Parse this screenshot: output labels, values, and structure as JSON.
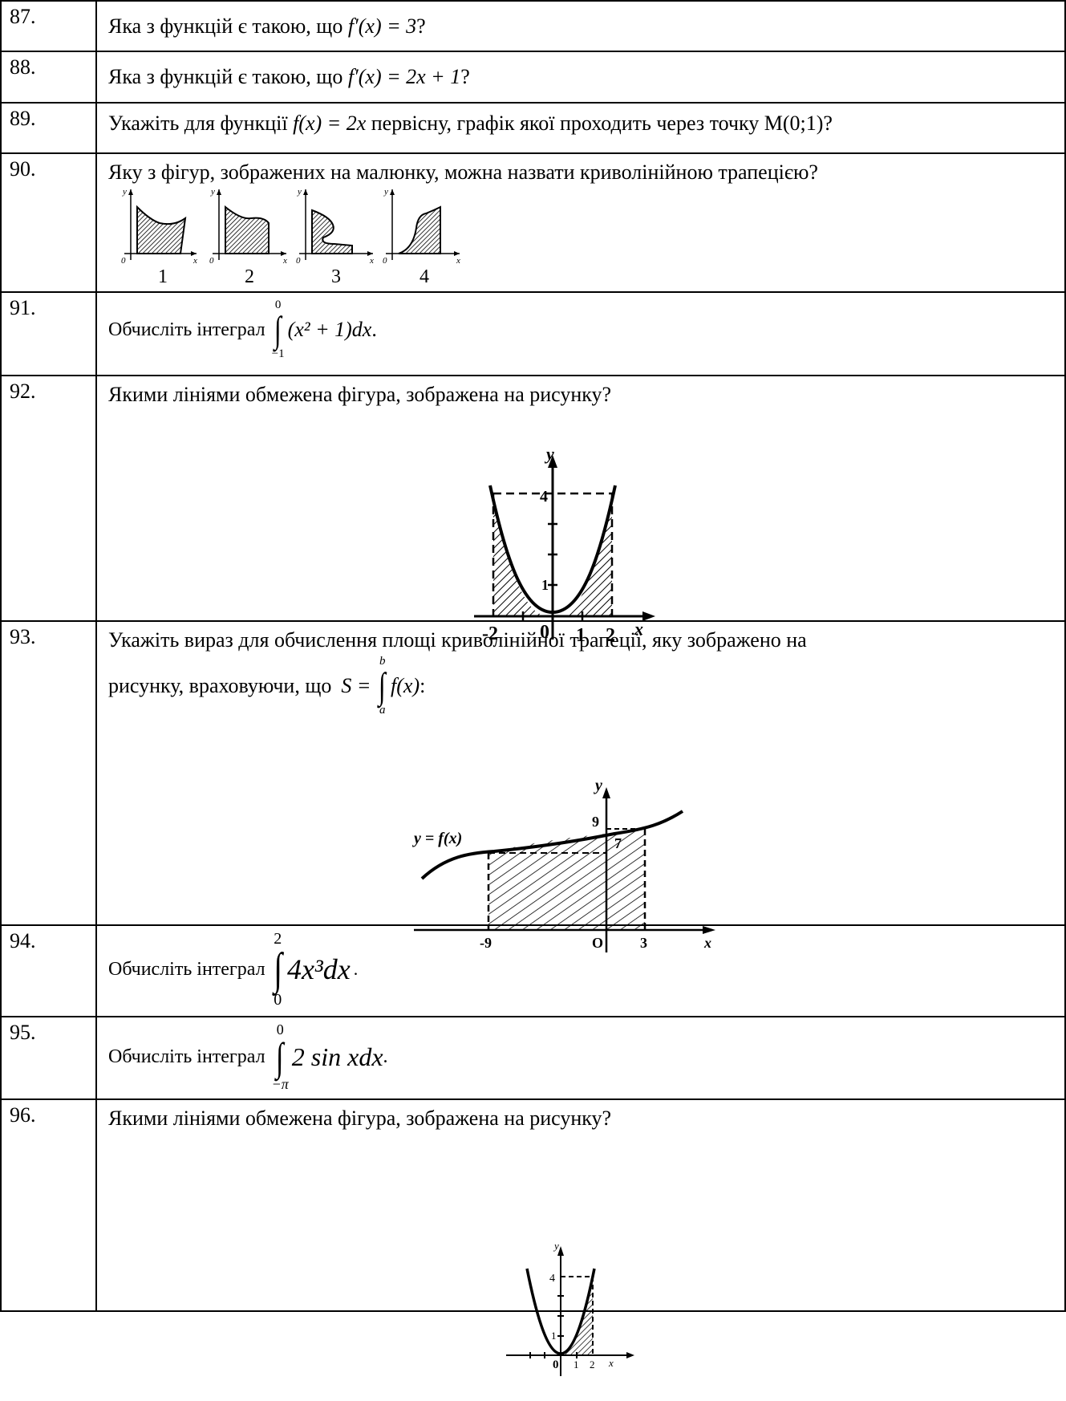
{
  "rows": [
    {
      "num": "87.",
      "text": "Яка з функцій є такою, що",
      "math": "f′(x) = 3",
      "end": "?"
    },
    {
      "num": "88.",
      "text": "Яка з функцій є такою, що",
      "math": "f′(x) = 2x + 1",
      "end": "?"
    },
    {
      "num": "89.",
      "text": "Укажіть для функції",
      "math": "f(x) = 2x",
      "tail": "первісну, графік якої проходить через точку M(0;1)?"
    },
    {
      "num": "90.",
      "text": "Яку з фігур, зображених на малюнку,  можна назвати криволінійною трапецією?",
      "figure_labels": [
        "1",
        "2",
        "3",
        "4"
      ],
      "axis_y": "y",
      "axis_x": "x",
      "origin": "0"
    },
    {
      "num": "91.",
      "text": "Обчисліть інтеграл",
      "upper": "0",
      "lower": "−1",
      "integrand": "(x² + 1)dx",
      "end": "."
    },
    {
      "num": "92.",
      "text": "Якими лініями обмежена фігура, зображена на рисунку?",
      "axis_y": "y",
      "axis_x": "x",
      "tick_4": "4",
      "tick_1": "1",
      "tick_m2": "-2",
      "tick_0": "0",
      "tick_1x": "1",
      "tick_2": "2"
    },
    {
      "num": "93.",
      "text": "Укажіть вираз для обчислення площі криволінійної трапеції, яку зображено на",
      "text2": "рисунку, враховуючи, що",
      "math": "S =",
      "upper": "b",
      "lower": "a",
      "integrand": "f(x)",
      "end": ":",
      "curve_label": "y = f(x)",
      "axis_y": "y",
      "axis_x": "x",
      "tick_9y": "9",
      "tick_7": "7",
      "tick_m9": "-9",
      "tick_0": "O",
      "tick_3": "3"
    },
    {
      "num": "94.",
      "text": "Обчисліть інтеграл",
      "upper": "2",
      "lower": "0",
      "integrand": "4x³dx",
      "end": "."
    },
    {
      "num": "95.",
      "text": "Обчисліть інтеграл",
      "upper": "0",
      "lower": "−π",
      "integrand": "2 sin xdx",
      "end": "."
    },
    {
      "num": "96.",
      "text": "Якими лініями обмежена фігура, зображена на рисунку?",
      "axis_y": "y",
      "axis_x": "x",
      "tick_4": "4",
      "tick_1": "1",
      "tick_0": "0",
      "tick_1x": "1",
      "tick_2": "2"
    }
  ]
}
